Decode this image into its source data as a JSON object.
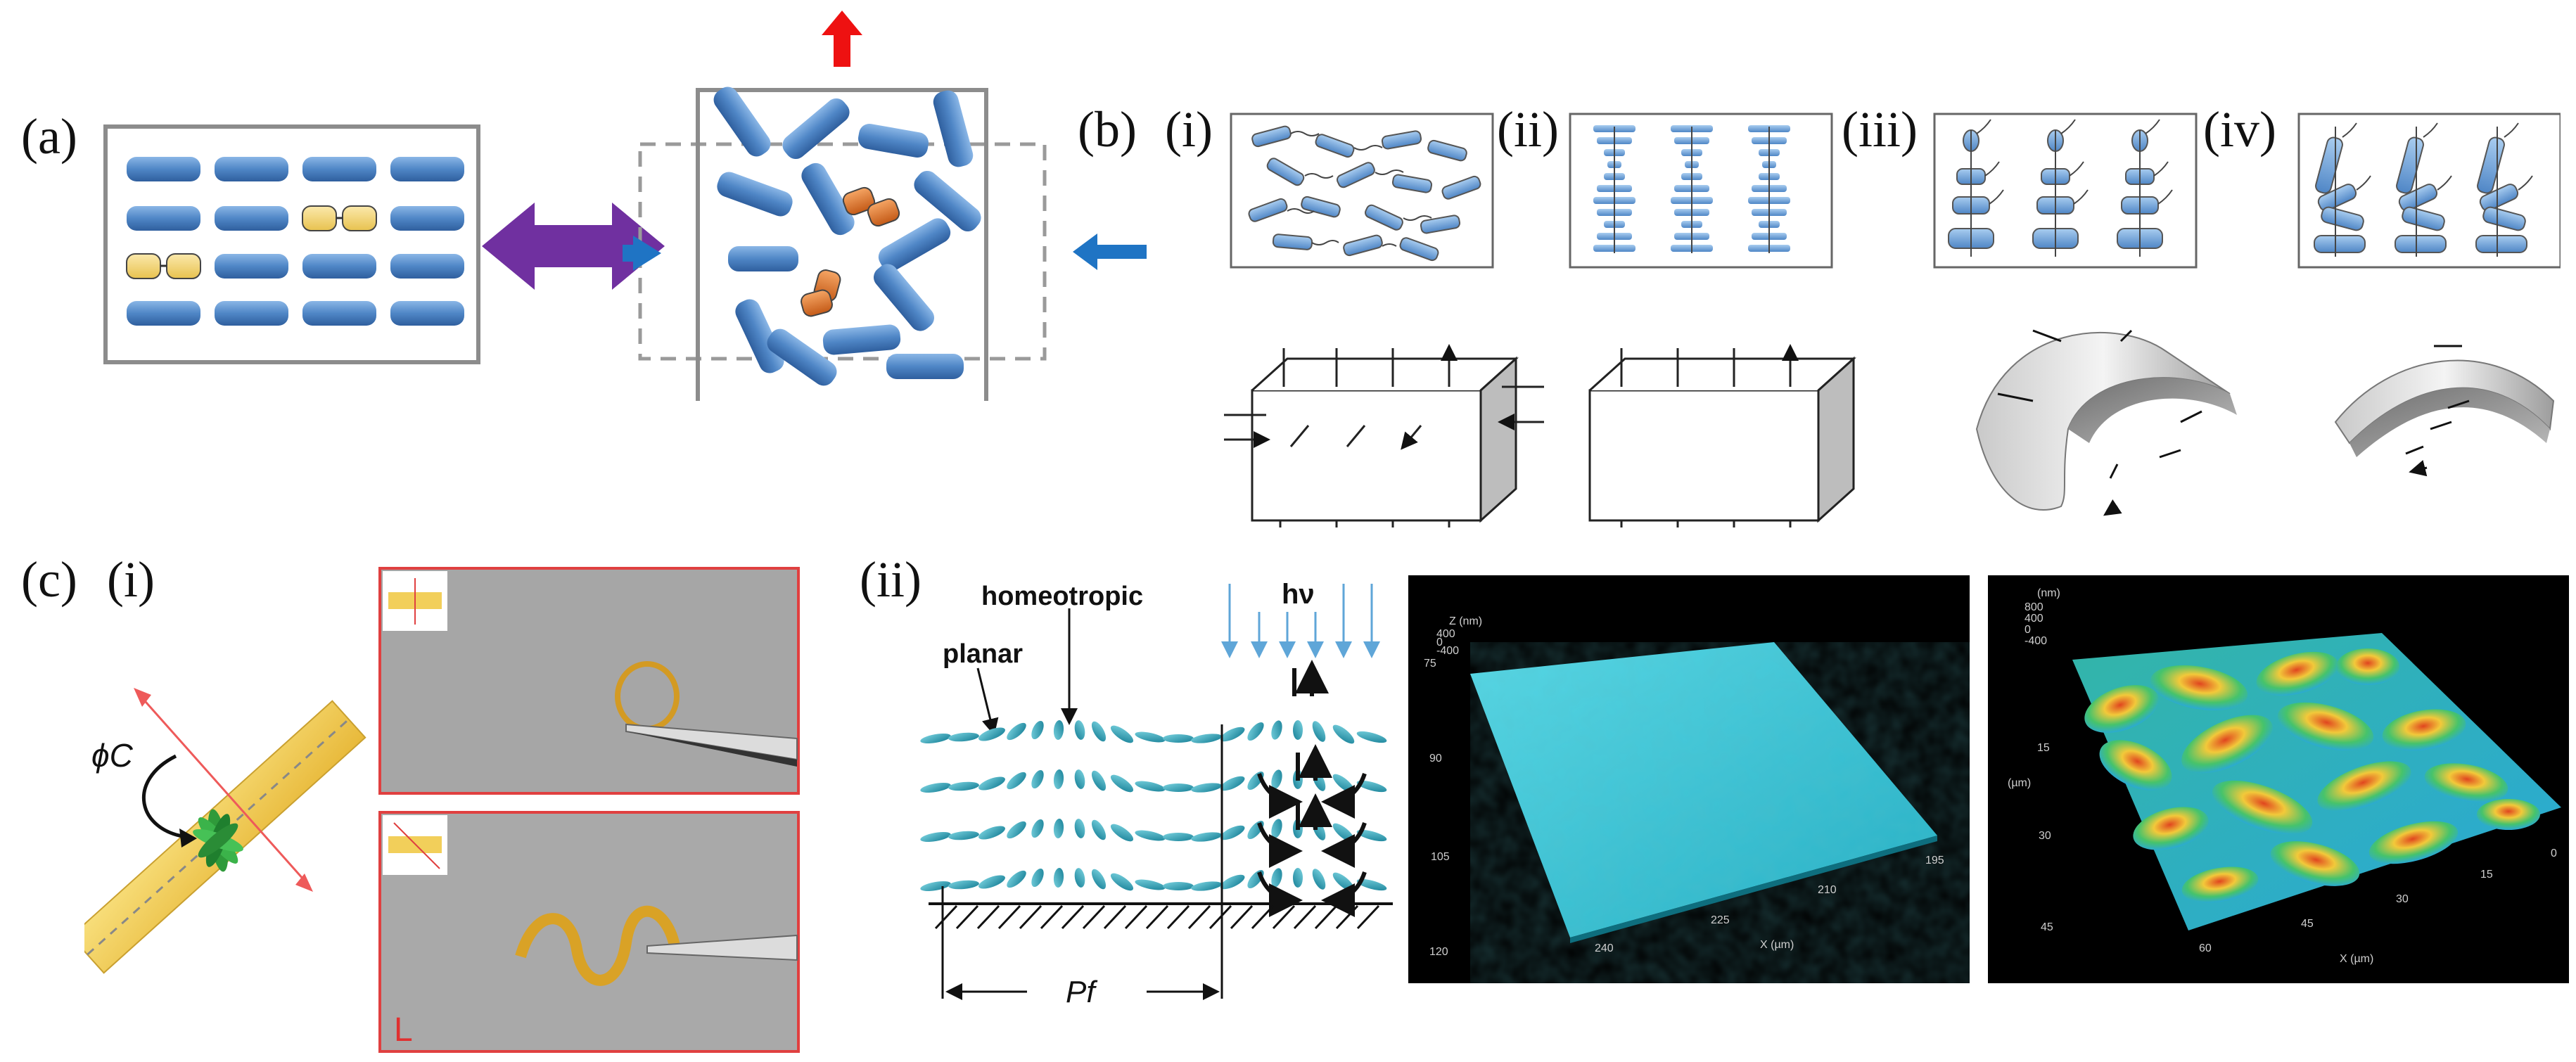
{
  "panels": {
    "a": {
      "label": "(a)"
    },
    "b": {
      "label": "(b)",
      "subpanels": [
        {
          "label": "(i)"
        },
        {
          "label": "(ii)"
        },
        {
          "label": "(iii)"
        },
        {
          "label": "(iv)"
        }
      ]
    },
    "c": {
      "label": "(c)",
      "subpanels": [
        {
          "label": "(i)"
        },
        {
          "label": "(ii)"
        }
      ],
      "phi_label": "ϕC",
      "photo_tag": "L",
      "homeotropic": "homeotropic",
      "planar": "planar",
      "hv": "hν",
      "pitch": "Pf"
    }
  },
  "surface_plots": [
    {
      "z_label": "Z (nm)",
      "z_ticks": [
        "400",
        "0",
        "-400"
      ],
      "y_ticks": [
        "75",
        "90",
        "105",
        "120"
      ],
      "x_ticks": [
        "240",
        "225",
        "210",
        "195"
      ],
      "x_label": "X (µm)",
      "colors": {
        "surface": "#3fc9d9",
        "background": "#000000"
      }
    },
    {
      "z_label": "(nm)",
      "z_ticks": [
        "800",
        "400",
        "0",
        "-400"
      ],
      "y_ticks": [
        "15",
        "30",
        "45"
      ],
      "y_unit": "(µm)",
      "x_ticks": [
        "60",
        "45",
        "30",
        "15",
        "0"
      ],
      "x_label": "X (µm)",
      "colors": {
        "peak": "#e0451f",
        "mid": "#f2c93a",
        "low": "#46c36b",
        "base": "#2aa9d6"
      }
    }
  ],
  "colors": {
    "rod": "#4f86c6",
    "rod_highlight": "#8ab6e6",
    "isomer_yellow": "#f2d77a",
    "isomer_orange": "#e57a2e",
    "purple_arrow": "#7030a0",
    "blue_arrow": "#1f74c4",
    "red_arrow": "#ee1111",
    "strip": "#f3c94a",
    "frame_red": "#e04040"
  }
}
